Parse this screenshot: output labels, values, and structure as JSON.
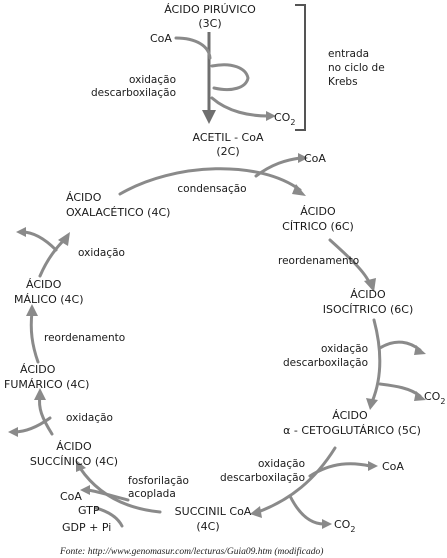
{
  "top": {
    "piruvico_l1": "ÁCIDO PIRÚVICO",
    "piruvico_l2": "(3C)",
    "coa_in": "CoA",
    "oxid_l1": "oxidação",
    "oxid_l2": "descarboxilação",
    "co2": "CO",
    "co2_sub": "2",
    "entrada_l1": "entrada",
    "entrada_l2": "no ciclo de",
    "entrada_l3": "Krebs",
    "acetil_l1": "ACETIL - CoA",
    "acetil_l2": "(2C)"
  },
  "cycle": {
    "coa_out": "CoA",
    "condensacao": "condensação",
    "citrico_l1": "ÁCIDO",
    "citrico_l2": "CÍTRICO (6C)",
    "reord_right": "reordenamento",
    "isocitrico_l1": "ÁCIDO",
    "isocitrico_l2": "ISOCÍTRICO (6C)",
    "oxid_r1_l1": "oxidação",
    "oxid_r1_l2": "descarboxilação",
    "co2_r1": "CO",
    "co2_r1_sub": "2",
    "ceto_l1": "ÁCIDO",
    "ceto_l2": "α - CETOGLUTÁRICO (5C)",
    "oxid_r2_l1": "oxidação",
    "oxid_r2_l2": "descarboxilação",
    "coa_r2": "CoA",
    "co2_r2": "CO",
    "co2_r2_sub": "2",
    "succinil_l1": "SUCCINIL CoA",
    "succinil_l2": "(4C)",
    "fosf_l1": "fosforilação",
    "fosf_l2": "acoplada",
    "coa_left": "CoA",
    "gtp": "GTP",
    "gdp": "GDP + Pi",
    "succinico_l1": "ÁCIDO",
    "succinico_l2": "SUCCÍNICO (4C)",
    "oxid_left_low": "oxidação",
    "fumarico_l1": "ÁCIDO",
    "fumarico_l2": "FUMÁRICO (4C)",
    "reord_left": "reordenamento",
    "malico_l1": "ÁCIDO",
    "malico_l2": "MÁLICO (4C)",
    "oxid_left_up": "oxidação",
    "oxal_l1": "ÁCIDO",
    "oxal_l2": "OXALACÉTICO (4C)"
  },
  "source": "Fonte: http://www.genomasur.com/lecturas/Guia09.htm  (modificado)"
}
